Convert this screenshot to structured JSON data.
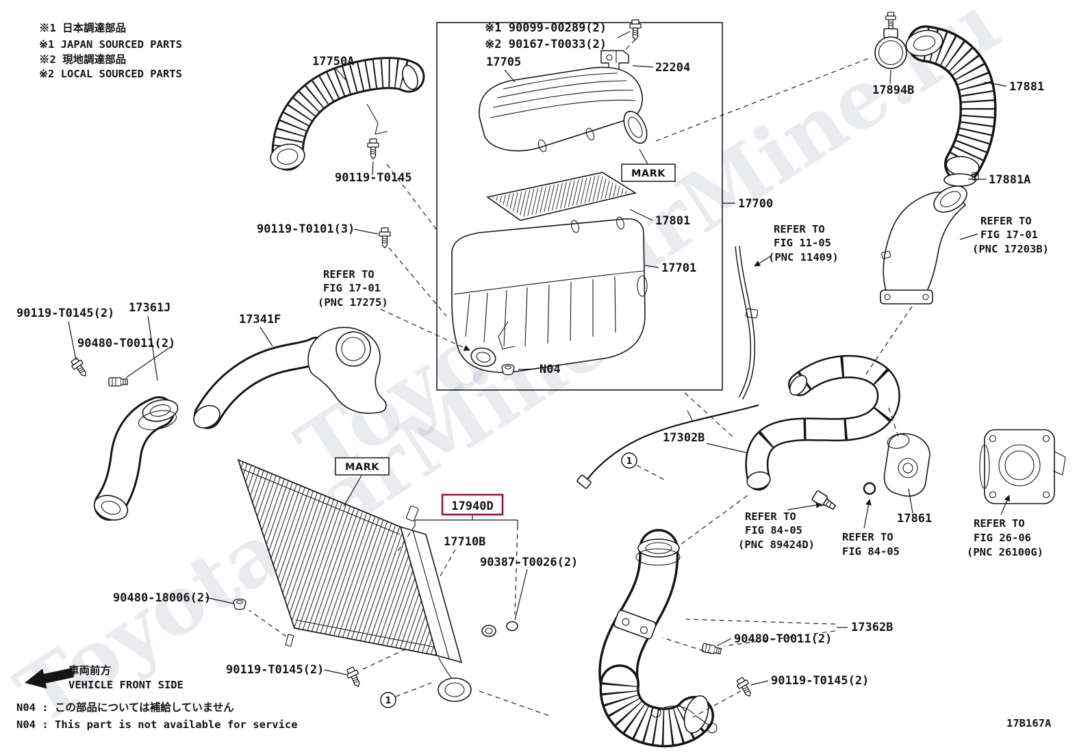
{
  "watermark": {
    "main": "ToyotaCarMine.ru",
    "secondary": "ToyotaCarMine"
  },
  "legend": {
    "jp1": "※1  日本調達部品",
    "en1": "※1  JAPAN SOURCED PARTS",
    "jp2": "※2  現地調達部品",
    "en2": "※2  LOCAL SOURCED PARTS"
  },
  "labels": {
    "p17750A": "17750A",
    "p90119_T0145": "90119-T0145",
    "p90099": "※1 90099-00289(2)",
    "p90167": "※2 90167-T0033(2)",
    "p17705": "17705",
    "p22204": "22204",
    "p17894B": "17894B",
    "p17881": "17881",
    "p17881A": "17881A",
    "p17801": "17801",
    "p17700": "17700",
    "p17701": "17701",
    "p90119_T0101_3": "90119-T0101(3)",
    "n04": "N04",
    "p90119_T0145_2": "90119-T0145(2)",
    "p17361J": "17361J",
    "p90480_T0011_2": "90480-T0011(2)",
    "p17341F": "17341F",
    "p17302B": "17302B",
    "p17940D": "17940D",
    "p17710B": "17710B",
    "p90387_T0026_2": "90387-T0026(2)",
    "p17861": "17861",
    "p90480_18006_2": "90480-18006(2)",
    "p17362B": "17362B",
    "mark": "MARK",
    "circled_one": "1"
  },
  "refs": {
    "refer_to": "REFER TO",
    "fig_11_05": "FIG 11-05",
    "pnc_11409": "(PNC 11409)",
    "fig_17_01": "FIG 17-01",
    "pnc_17203B": "(PNC 17203B)",
    "pnc_17275": "(PNC 17275)",
    "fig_84_05": "FIG 84-05",
    "pnc_89424D": "(PNC 89424D)",
    "fig_26_06": "FIG 26-06",
    "pnc_26100G": "(PNC 26100G)"
  },
  "footer": {
    "front_jp": "車両前方",
    "front_en": "VEHICLE FRONT SIDE",
    "note_jp": "N04 : この部品については補給していません",
    "note_en": "N04 : This part is not available for service",
    "code": "17B167A"
  }
}
